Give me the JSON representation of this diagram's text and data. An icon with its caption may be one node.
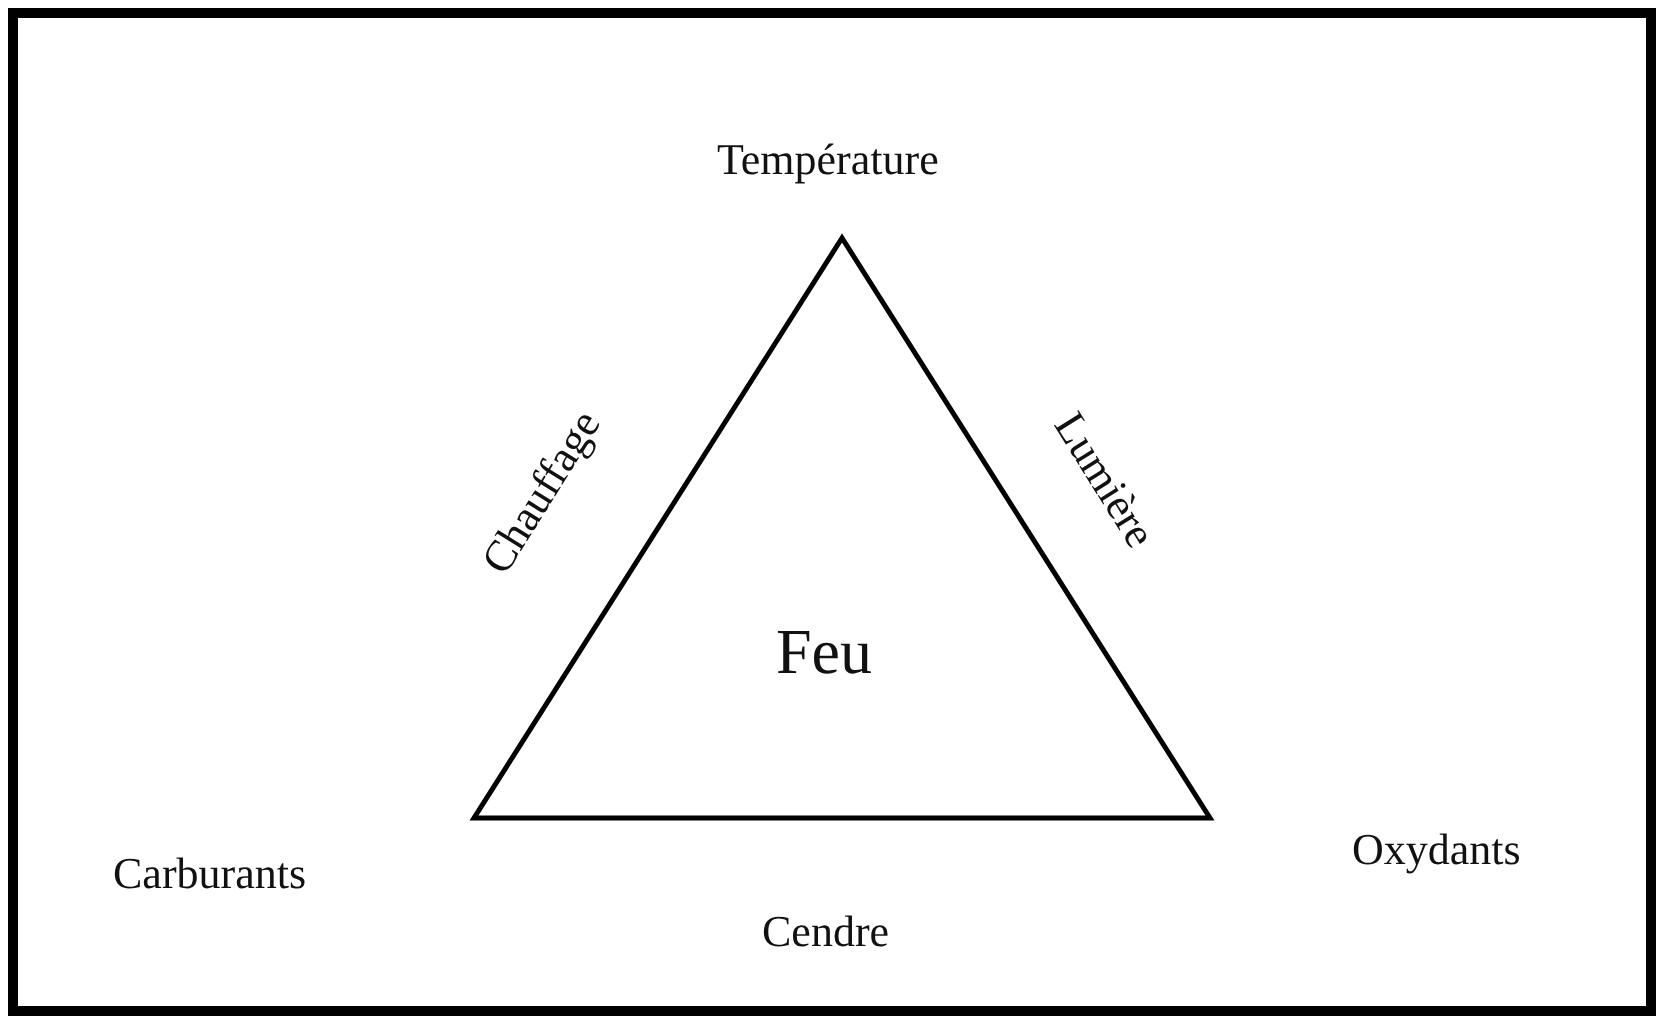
{
  "diagram": {
    "nodes": [
      {
        "text": [
          "Feu"
        ]
      }
    ],
    "labels": [
      "Température",
      "Chauffage",
      "Lumière",
      "Carburants",
      "Oxydants",
      "Cendre"
    ]
  }
}
